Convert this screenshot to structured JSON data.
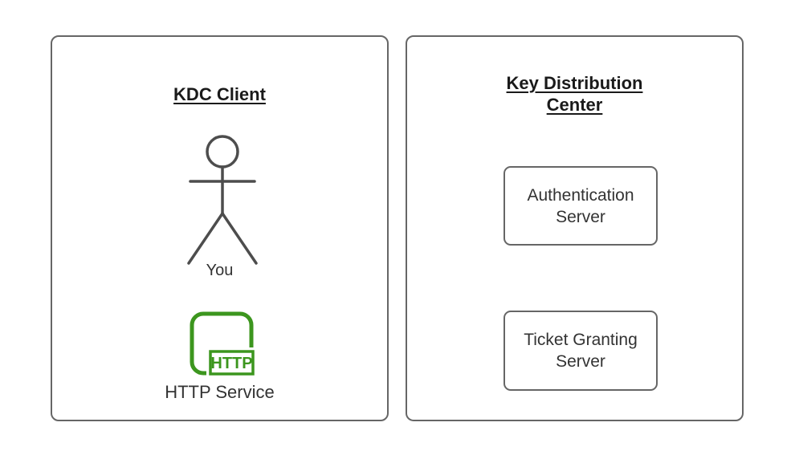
{
  "diagram": {
    "colors": {
      "background": "#ffffff",
      "panel_border": "#666666",
      "node_border": "#666666",
      "title_text": "#1a1a1a",
      "body_text": "#333333",
      "actor_stroke": "#4d4d4d",
      "accent_green": "#3c961e"
    },
    "client_panel": {
      "title": "KDC Client",
      "actor_label": "You",
      "service_label": "HTTP Service",
      "service_icon_text": "HTTP"
    },
    "kdc_panel": {
      "title": "Key Distribution Center",
      "servers": [
        {
          "label": "Authentication Server"
        },
        {
          "label": "Ticket Granting Server"
        }
      ]
    }
  }
}
